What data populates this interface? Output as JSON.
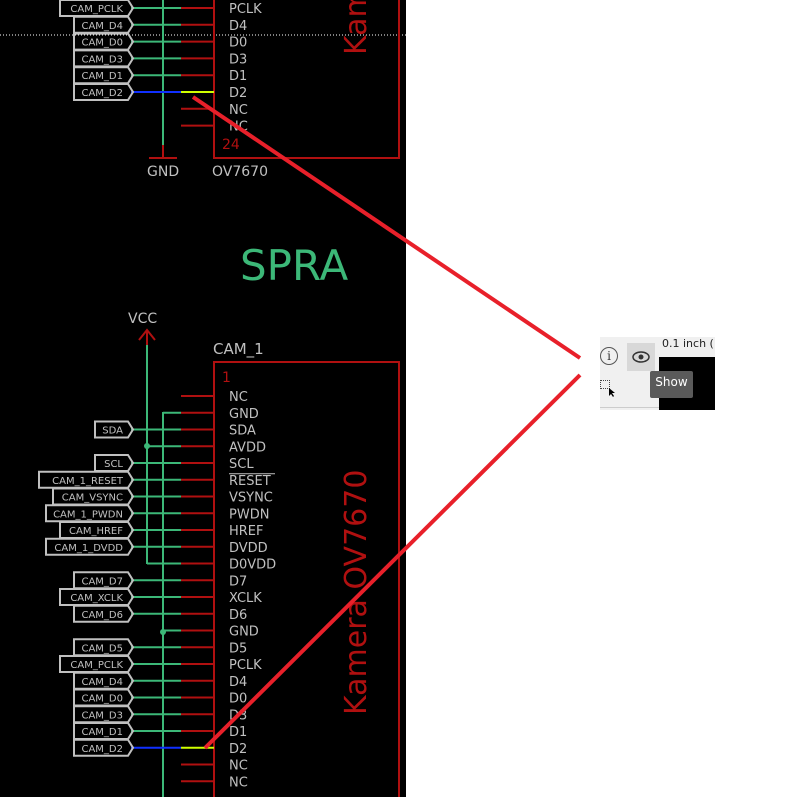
{
  "top_part": {
    "pins": [
      "PCLK",
      "D4",
      "D0",
      "D3",
      "D1",
      "D2",
      "NC",
      "NC"
    ],
    "nets": [
      "CAM_PCLK",
      "CAM_D4",
      "CAM_D0",
      "CAM_D3",
      "CAM_D1",
      "CAM_D2",
      "",
      ""
    ],
    "pin_number": "24",
    "gnd_label": "GND",
    "value_label": "OV7670",
    "body_text": "Kamera"
  },
  "bottom_part": {
    "name": "CAM_1",
    "value_label": "Kamera OV7670",
    "pin_number": "1",
    "vcc_label": "VCC",
    "sprache_text": "SPRA",
    "pins": [
      "NC",
      "GND",
      "SDA",
      "AVDD",
      "SCL",
      "RESET",
      "VSYNC",
      "PWDN",
      "HREF",
      "DVDD",
      "D0VDD",
      "D7",
      "XCLK",
      "D6",
      "GND",
      "D5",
      "PCLK",
      "D4",
      "D0",
      "D3",
      "D1",
      "D2",
      "NC",
      "NC"
    ],
    "nets": [
      "",
      "",
      "SDA",
      "",
      "SCL",
      "CAM_1_RESET",
      "CAM_VSYNC",
      "CAM_1_PWDN",
      "CAM_HREF",
      "CAM_1_DVDD",
      "",
      "CAM_D7",
      "CAM_XCLK",
      "CAM_D6",
      "",
      "CAM_D5",
      "CAM_PCLK",
      "CAM_D4",
      "CAM_D0",
      "CAM_D3",
      "CAM_D1",
      "CAM_D2",
      "",
      ""
    ]
  },
  "panel": {
    "scale_text": "0.1 inch (",
    "info_icon": "i",
    "tooltip": "Show"
  },
  "colors": {
    "net": "#3cb878",
    "pin": "#b01010",
    "label": "#c0c0c0",
    "highlight_wire": "#1030ff",
    "highlight_pin": "#d0ff00",
    "annotation": "#e8202a"
  }
}
